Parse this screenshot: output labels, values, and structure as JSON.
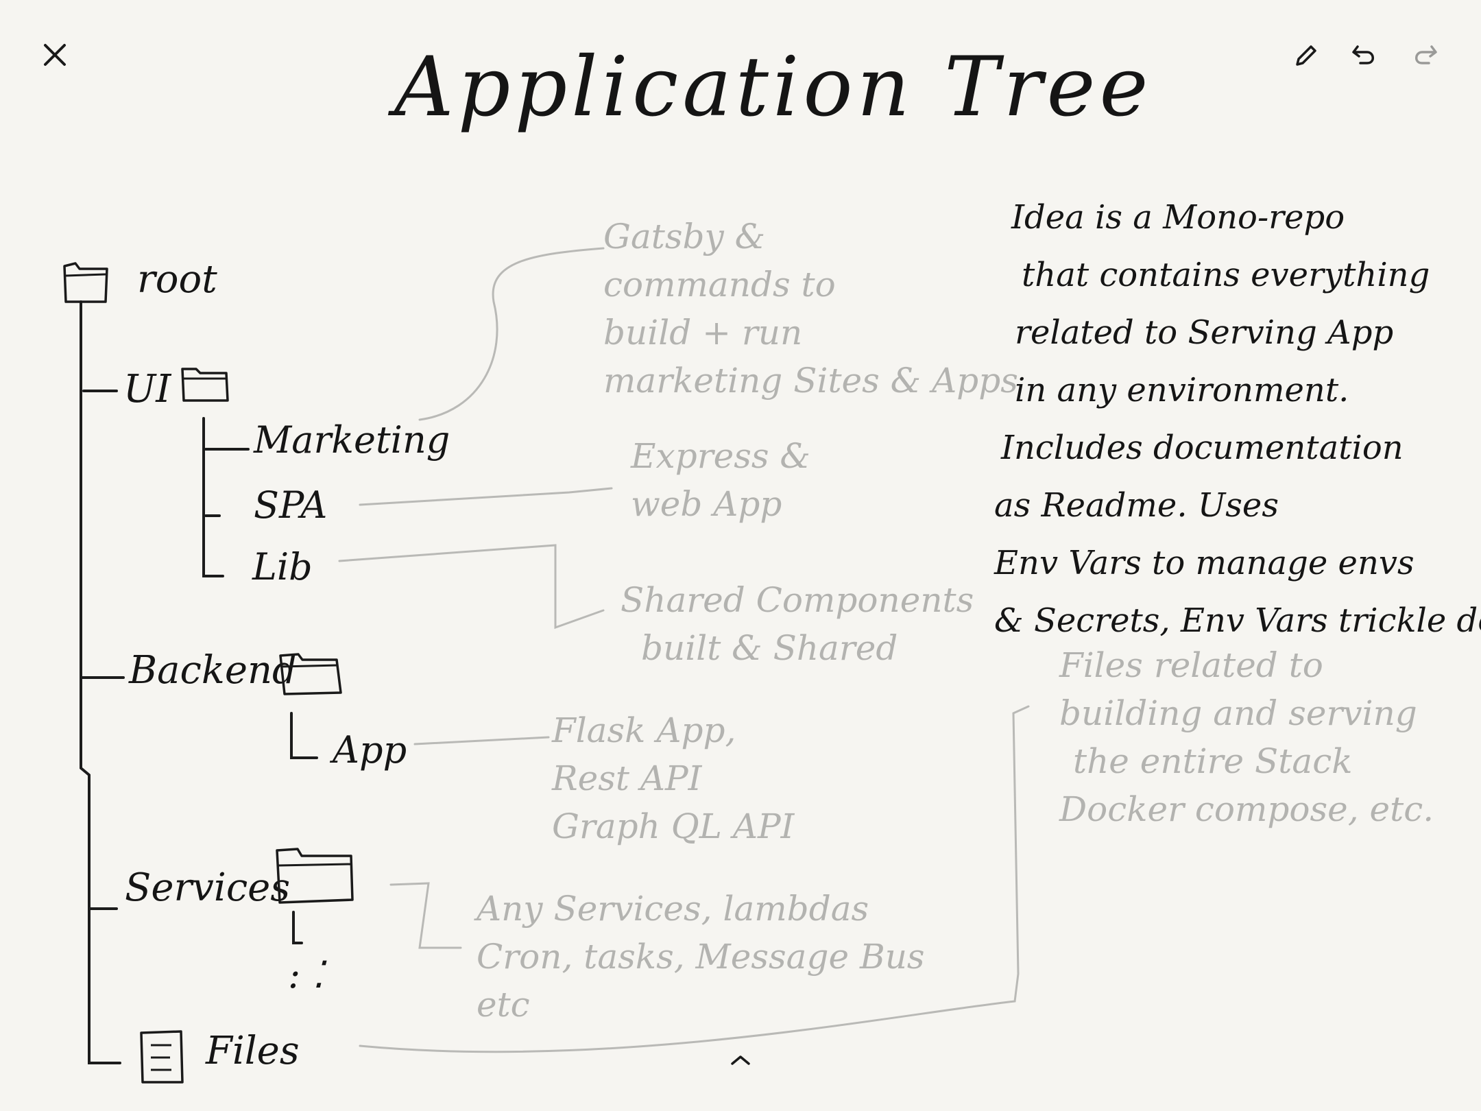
{
  "toolbar": {
    "close_icon": "close-icon",
    "pen_icon": "pencil-icon",
    "undo_icon": "undo-icon",
    "redo_icon": "redo-icon",
    "expand_icon": "chevron-up-icon"
  },
  "title": "Application Tree",
  "tree": {
    "root": "root",
    "ui": "UI",
    "marketing": "Marketing",
    "spa": "SPA",
    "lib": "Lib",
    "backend": "Backend",
    "app": "App",
    "services": "Services",
    "services_more": ": ⁚",
    "files": "Files"
  },
  "annotations": {
    "marketing": [
      "Gatsby &",
      "commands to",
      "build + run",
      "marketing Sites & Apps"
    ],
    "spa": [
      "Express &",
      "web App"
    ],
    "lib": [
      "Shared Components",
      "built & Shared"
    ],
    "app": [
      "Flask App,",
      "Rest API",
      "Graph QL API"
    ],
    "services": [
      "Any Services, lambdas",
      "Cron, tasks, Message Bus",
      "etc"
    ],
    "files": [
      "Files related to",
      "building and serving",
      "the entire Stack",
      "Docker compose, etc."
    ]
  },
  "idea_note": [
    "Idea is a Mono-repo",
    "that contains everything",
    "related to Serving App",
    "in any environment.",
    "Includes documentation",
    "as Readme. Uses",
    "Env Vars to manage envs",
    "& Secrets, Env Vars trickle down"
  ]
}
